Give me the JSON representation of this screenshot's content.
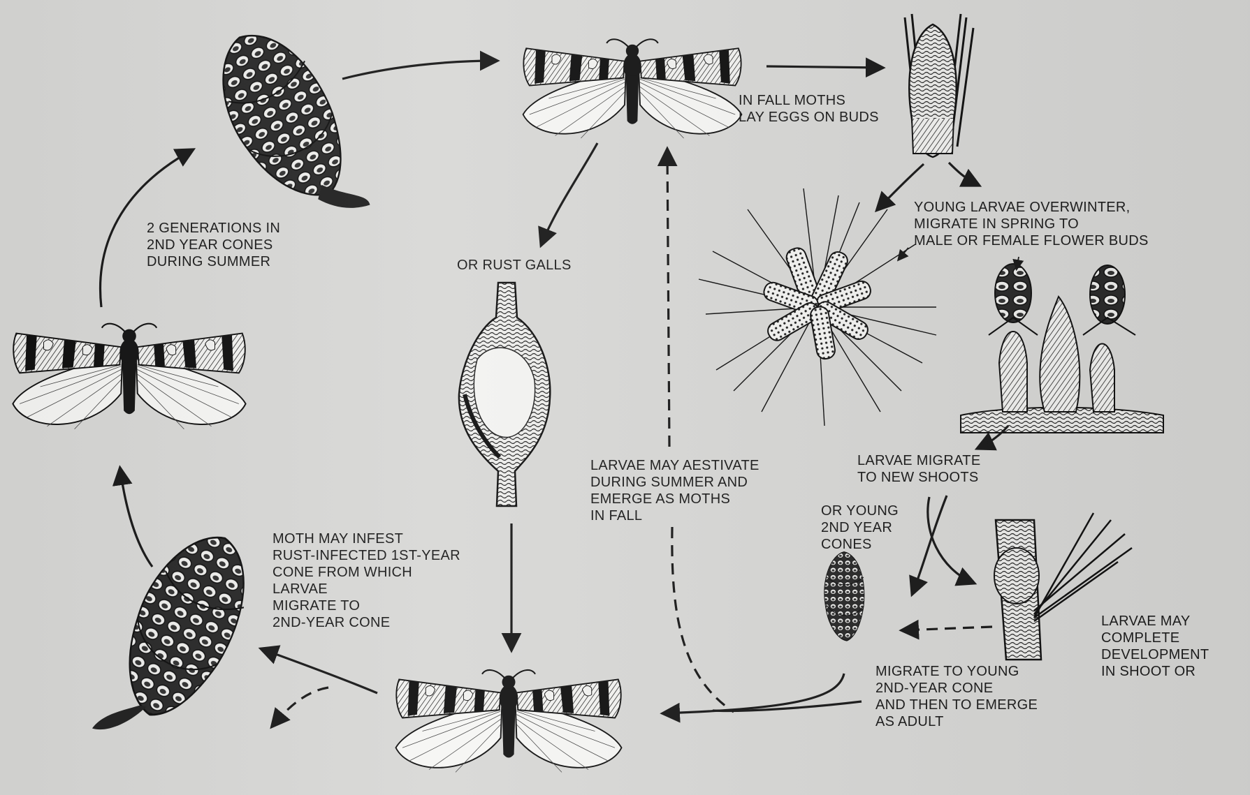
{
  "labels": {
    "fall_moths": "IN FALL MOTHS\nLAY EGGS ON BUDS",
    "young_larvae": "YOUNG LARVAE OVERWINTER,\nMIGRATE IN SPRING TO\nMALE OR FEMALE FLOWER BUDS",
    "two_generations": "2 GENERATIONS IN\n2ND YEAR CONES\nDURING SUMMER",
    "rust_galls": "OR RUST GALLS",
    "aestivate": "LARVAE MAY AESTIVATE\nDURING SUMMER AND\nEMERGE AS MOTHS\nIN FALL",
    "new_shoots": "LARVAE MIGRATE\nTO NEW SHOOTS",
    "young_cones": "OR YOUNG\n2ND YEAR\nCONES",
    "rust_infected": "MOTH MAY INFEST\nRUST-INFECTED 1ST-YEAR\nCONE FROM WHICH\nLARVAE\nMIGRATE TO\n2ND-YEAR CONE",
    "complete_development": "LARVAE MAY\nCOMPLETE\nDEVELOPMENT\nIN SHOOT OR",
    "migrate_young": "MIGRATE TO YOUNG\n2ND-YEAR CONE\nAND THEN TO EMERGE\nAS ADULT"
  },
  "colors": {
    "paper": "#d8d8d6",
    "ink": "#1a1a1a"
  },
  "icons": {
    "moth": "moth-illustration",
    "cone": "pine-cone-illustration",
    "bud": "pine-bud-illustration",
    "gall": "rust-gall-illustration",
    "flowers": "male-flowers-illustration",
    "shoot": "new-shoot-illustration"
  }
}
